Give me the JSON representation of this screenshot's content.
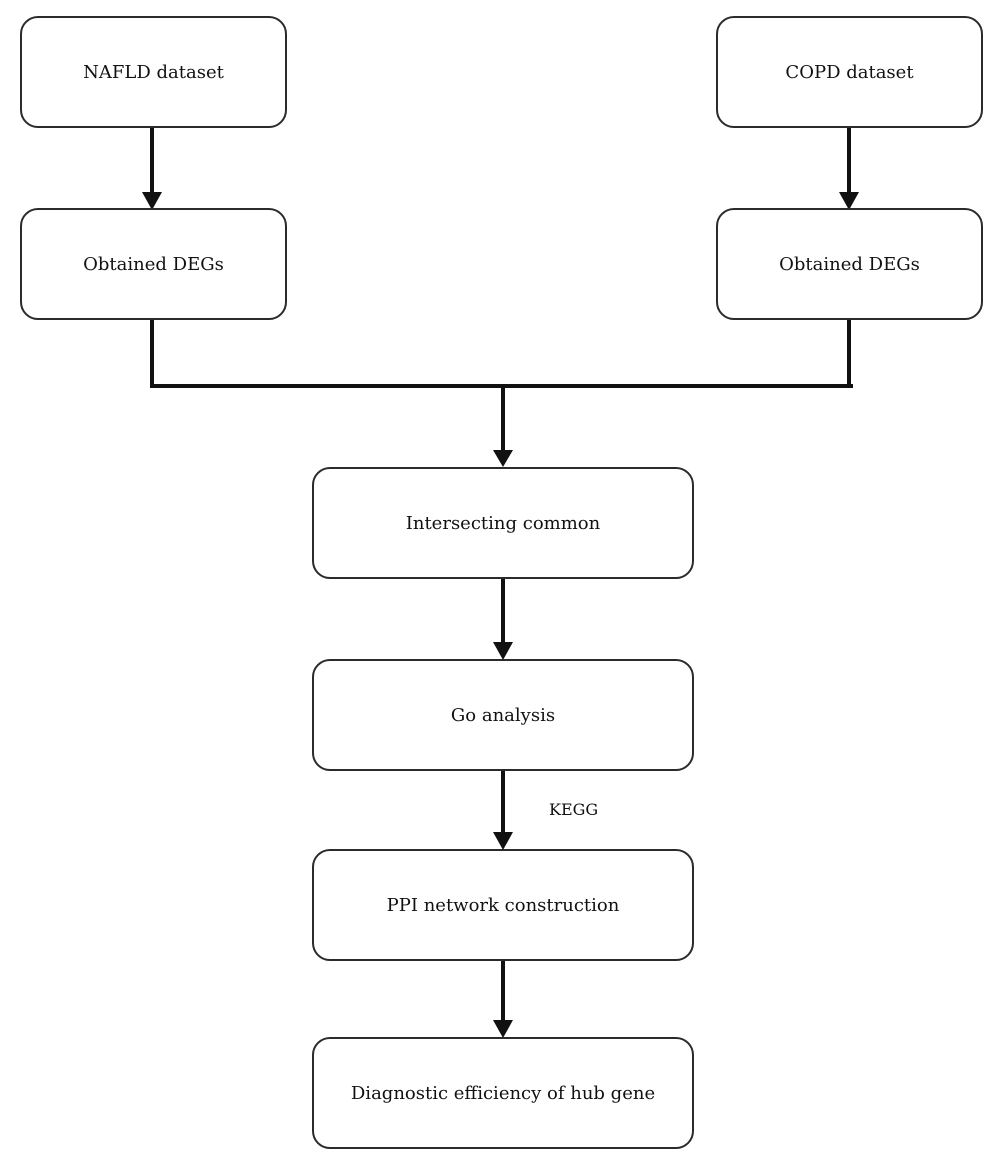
{
  "nodes": {
    "nafld": "NAFLD dataset",
    "copd": "COPD dataset",
    "degs_left": "Obtained DEGs",
    "degs_right": "Obtained DEGs",
    "intersect": "Intersecting common",
    "go": "Go analysis",
    "ppi": "PPI network construction",
    "diagnostic": "Diagnostic efficiency of hub gene"
  },
  "edge_labels": {
    "go_to_ppi": "KEGG"
  },
  "colors": {
    "stroke": "#2b2b2b",
    "connector": "#111111"
  }
}
